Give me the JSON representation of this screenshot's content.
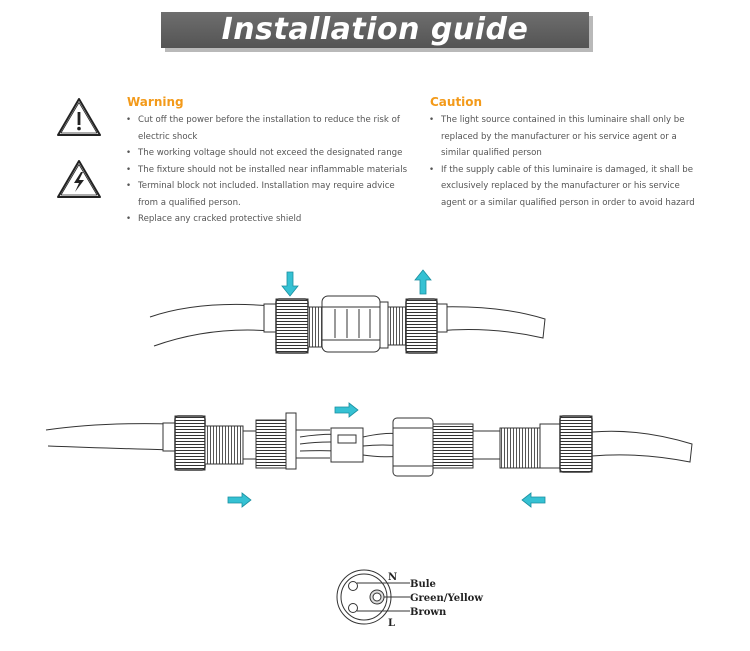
{
  "header": {
    "title": "Installation guide"
  },
  "warning": {
    "title": "Warning",
    "icons": [
      "exclamation-triangle-icon",
      "high-voltage-icon"
    ],
    "items": [
      "Cut off the power before the installation to reduce the risk of electric shock",
      "The working voltage should not exceed the designated range",
      "The fixture should not be installed near inflammable materials",
      "Terminal block not included. Installation may require advice from a qualified person.",
      "Replace any cracked protective shield"
    ]
  },
  "caution": {
    "title": "Caution",
    "items": [
      "The light source contained in this luminaire shall only be replaced by the manufacturer or his service agent or a similar qualified person",
      "If the supply cable of this luminaire is damaged, it shall be exclusively replaced by the manufacturer or his service agent or a similar qualified person in order to avoid hazard"
    ]
  },
  "wiring": {
    "pins": {
      "top": "N",
      "bottom": "L"
    },
    "labels": [
      "Bule",
      "Green/Yellow",
      "Brown"
    ]
  },
  "colors": {
    "accent": "#f39a1a",
    "arrow": "#35c1d3",
    "banner": "#5f5f5f"
  }
}
